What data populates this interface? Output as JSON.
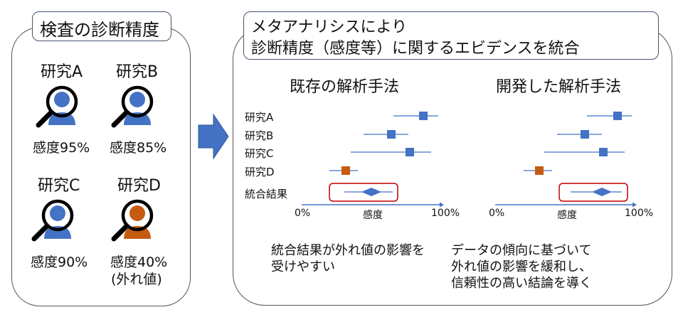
{
  "left_panel": {
    "title": "検査の診断精度",
    "studies": [
      {
        "label": "研究A",
        "sensitivity": "感度95%",
        "note": "",
        "color": "#4472c4"
      },
      {
        "label": "研究B",
        "sensitivity": "感度85%",
        "note": "",
        "color": "#4472c4"
      },
      {
        "label": "研究C",
        "sensitivity": "感度90%",
        "note": "",
        "color": "#4472c4"
      },
      {
        "label": "研究D",
        "sensitivity": "感度40%",
        "note": "(外れ値)",
        "color": "#c55a11"
      }
    ]
  },
  "arrow": {
    "color": "#4472c4"
  },
  "right_panel": {
    "title_line1": "メタアナリシスにより",
    "title_line2": "診断精度（感度等）に関するエビデンスを統合",
    "row_labels": [
      "研究A",
      "研究B",
      "研究C",
      "研究D",
      "統合結果"
    ],
    "methods": [
      {
        "title": "既存の解析手法",
        "axis_min": "0%",
        "axis_label": "感度",
        "axis_max": "100%",
        "description": [
          "統合結果が外れ値の影響を",
          "受けやすい"
        ]
      },
      {
        "title": "開発した解析手法",
        "axis_min": "0%",
        "axis_label": "感度",
        "axis_max": "100%",
        "description": [
          "データの傾向に基づいて",
          "外れ値の影響を緩和し、",
          "信頼性の高い結論を導く"
        ]
      }
    ]
  },
  "colors": {
    "study_blue": "#4472c4",
    "outlier_orange": "#c55a11",
    "highlight_red": "#c00000",
    "border": "#44546a"
  },
  "chart_data": [
    {
      "type": "forest",
      "title": "既存の解析手法",
      "xlabel": "感度",
      "xlim": [
        0,
        100
      ],
      "x_ticks": [
        "0%",
        "100%"
      ],
      "categories": [
        "研究A",
        "研究B",
        "研究C",
        "研究D",
        "統合結果"
      ],
      "series": [
        {
          "name": "point_estimate",
          "values": [
            86,
            64,
            77,
            31,
            50
          ]
        },
        {
          "name": "ci_lower",
          "values": [
            66,
            44,
            35,
            20,
            30
          ]
        },
        {
          "name": "ci_upper",
          "values": [
            98,
            77,
            92,
            40,
            65
          ]
        }
      ],
      "pooled_highlight": true
    },
    {
      "type": "forest",
      "title": "開発した解析手法",
      "xlabel": "感度",
      "xlim": [
        0,
        100
      ],
      "x_ticks": [
        "0%",
        "100%"
      ],
      "categories": [
        "研究A",
        "研究B",
        "研究C",
        "研究D",
        "統合結果"
      ],
      "series": [
        {
          "name": "point_estimate",
          "values": [
            87,
            64,
            77,
            31,
            76
          ]
        },
        {
          "name": "ci_lower",
          "values": [
            66,
            44,
            35,
            20,
            53
          ]
        },
        {
          "name": "ci_upper",
          "values": [
            98,
            77,
            92,
            40,
            90
          ]
        }
      ],
      "pooled_highlight": true
    }
  ]
}
